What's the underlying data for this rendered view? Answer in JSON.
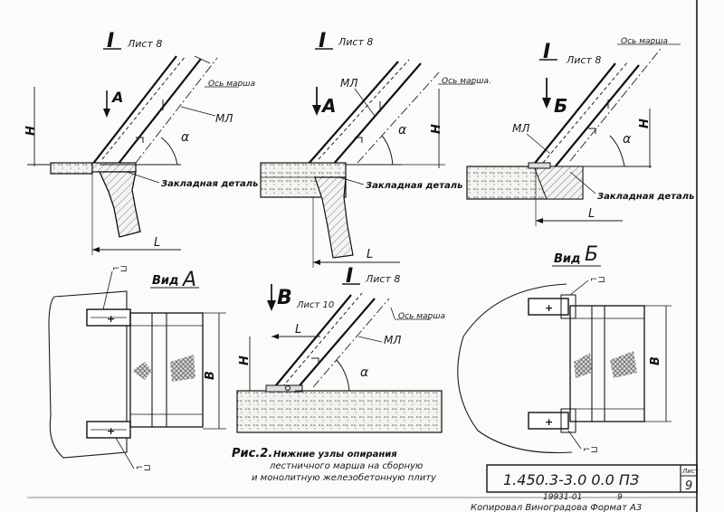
{
  "labels": {
    "sheet8": "Лист 8",
    "sheet10": "Лист 10",
    "section_I": "I",
    "axis_march": "Ось марша",
    "axis_march_dot": "Ось марша.",
    "ml": "МЛ",
    "alpha": "α",
    "H": "Н",
    "L": "L",
    "B": "В",
    "A": "А",
    "Bb": "Б",
    "V": "В",
    "embedded_part": "Закладная деталь",
    "view_a_prefix": "Вид",
    "view_a_letter": "А",
    "view_b_prefix": "Вид",
    "view_b_letter": "Б",
    "weld": "⌐⊐"
  },
  "caption": {
    "fig": "Рис.2.",
    "line1": "Нижние узлы опирания",
    "line2": "лестничного марша на сборную",
    "line3": "и монолитную железобетонную плиту"
  },
  "title_block": {
    "code": "1.450.3-3.0 0.0 ПЗ",
    "sheet_label": "Лист",
    "sheet_number": "9",
    "archive": "19931-01",
    "archive_page": "9",
    "bottom_text": "Копировал  Виноградова        Формат  А3"
  }
}
